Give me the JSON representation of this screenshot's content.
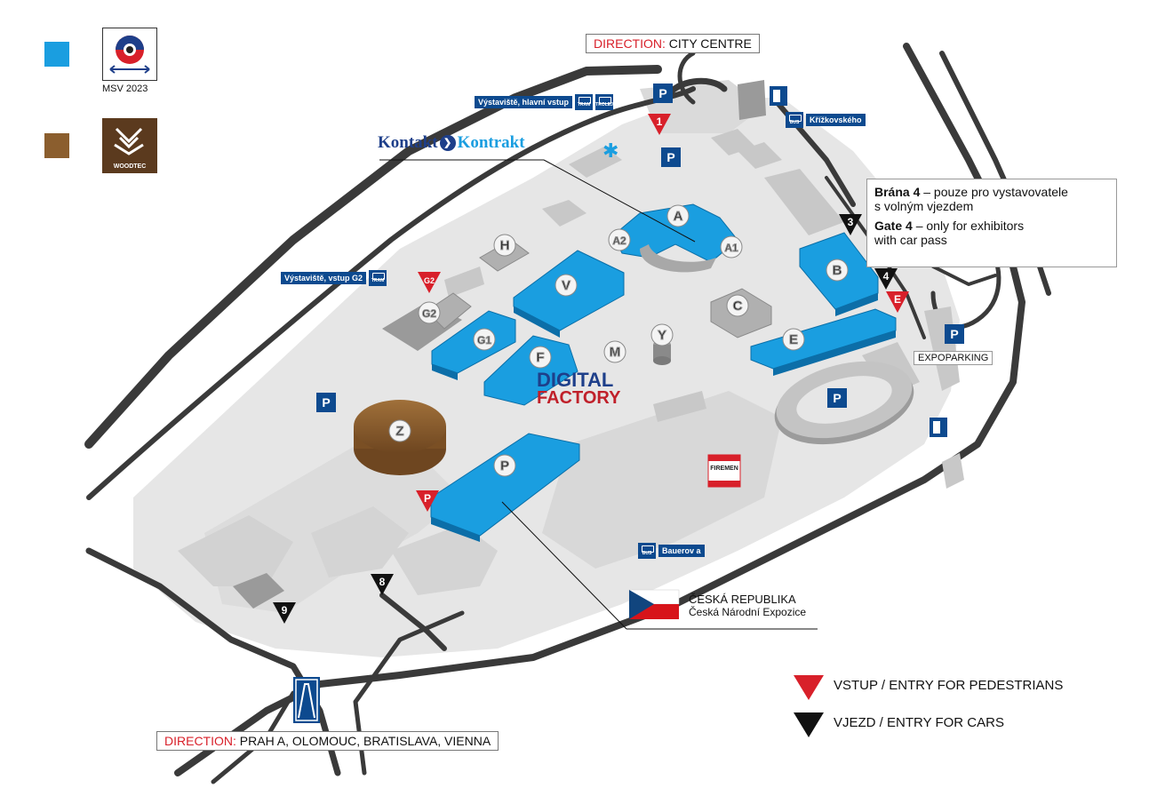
{
  "legend_top": {
    "msv": {
      "color": "#1a9ee0",
      "logo_caption": "MSV 2023",
      "logo_icon": "gear-icon"
    },
    "woodtec": {
      "color": "#8b5e2e",
      "logo_text": "WOODTEC",
      "logo_icon": "woodtec-logo-icon"
    }
  },
  "direction_city": {
    "prefix": "DIRECTION:",
    "text": "CITY CENTRE"
  },
  "direction_south": {
    "prefix": "DIRECTION:",
    "text": "PRAH A, OLOMOUC, BRATISLAVA, VIENNA"
  },
  "signs": {
    "main_entrance": "Výstaviště, hlavní vstup",
    "main_entrance_icons": [
      "TRAM",
      "TROLEJ"
    ],
    "g2_entrance": "Výstaviště, vstup G2",
    "g2_entrance_icon": "TRAM",
    "krizkovskeho": "Křížkovského",
    "krizkovskeho_icon": "BUS",
    "bauerova": "Bauerov a",
    "bauerova_icon": "BUS"
  },
  "kontakt": {
    "left": "Kontakt",
    "right": "Kontrakt"
  },
  "digital_factory": {
    "line1": "DIGITAL",
    "line2": "FACTORY"
  },
  "gate_box": {
    "cz_bold": "Brána 4",
    "cz_rest": " – pouze pro vystavovatele",
    "cz_line2": "s volným vjezdem",
    "en_bold": "Gate 4",
    "en_rest": " – only for exhibitors",
    "en_line2": "with car pass"
  },
  "halls": [
    "A",
    "A2",
    "A1",
    "B",
    "C",
    "E",
    "F",
    "G1",
    "G2",
    "H",
    "M",
    "P",
    "V",
    "Y",
    "Z"
  ],
  "parking_label": "P",
  "expoparking": "EXPOPARKING",
  "firemen": "FIREMEN",
  "pedestrian_entries": [
    "1",
    "G2",
    "E",
    "P"
  ],
  "car_entries": [
    "3",
    "4",
    "8",
    "9"
  ],
  "czech": {
    "line1": "ČESKÁ REPUBLIKA",
    "line2": "Česká Národní Expozice"
  },
  "legend_bottom": {
    "pedestrians": "VSTUP / ENTRY FOR PEDESTRIANS",
    "cars": "VJEZD / ENTRY FOR CARS",
    "pedestrian_color": "#d8202a",
    "car_color": "#111111"
  },
  "colors": {
    "msv_blue": "#1a9ee0",
    "woodtec_brown": "#8b5e2e",
    "road": "#3a3a3a",
    "sign_blue": "#0d4a8f"
  }
}
